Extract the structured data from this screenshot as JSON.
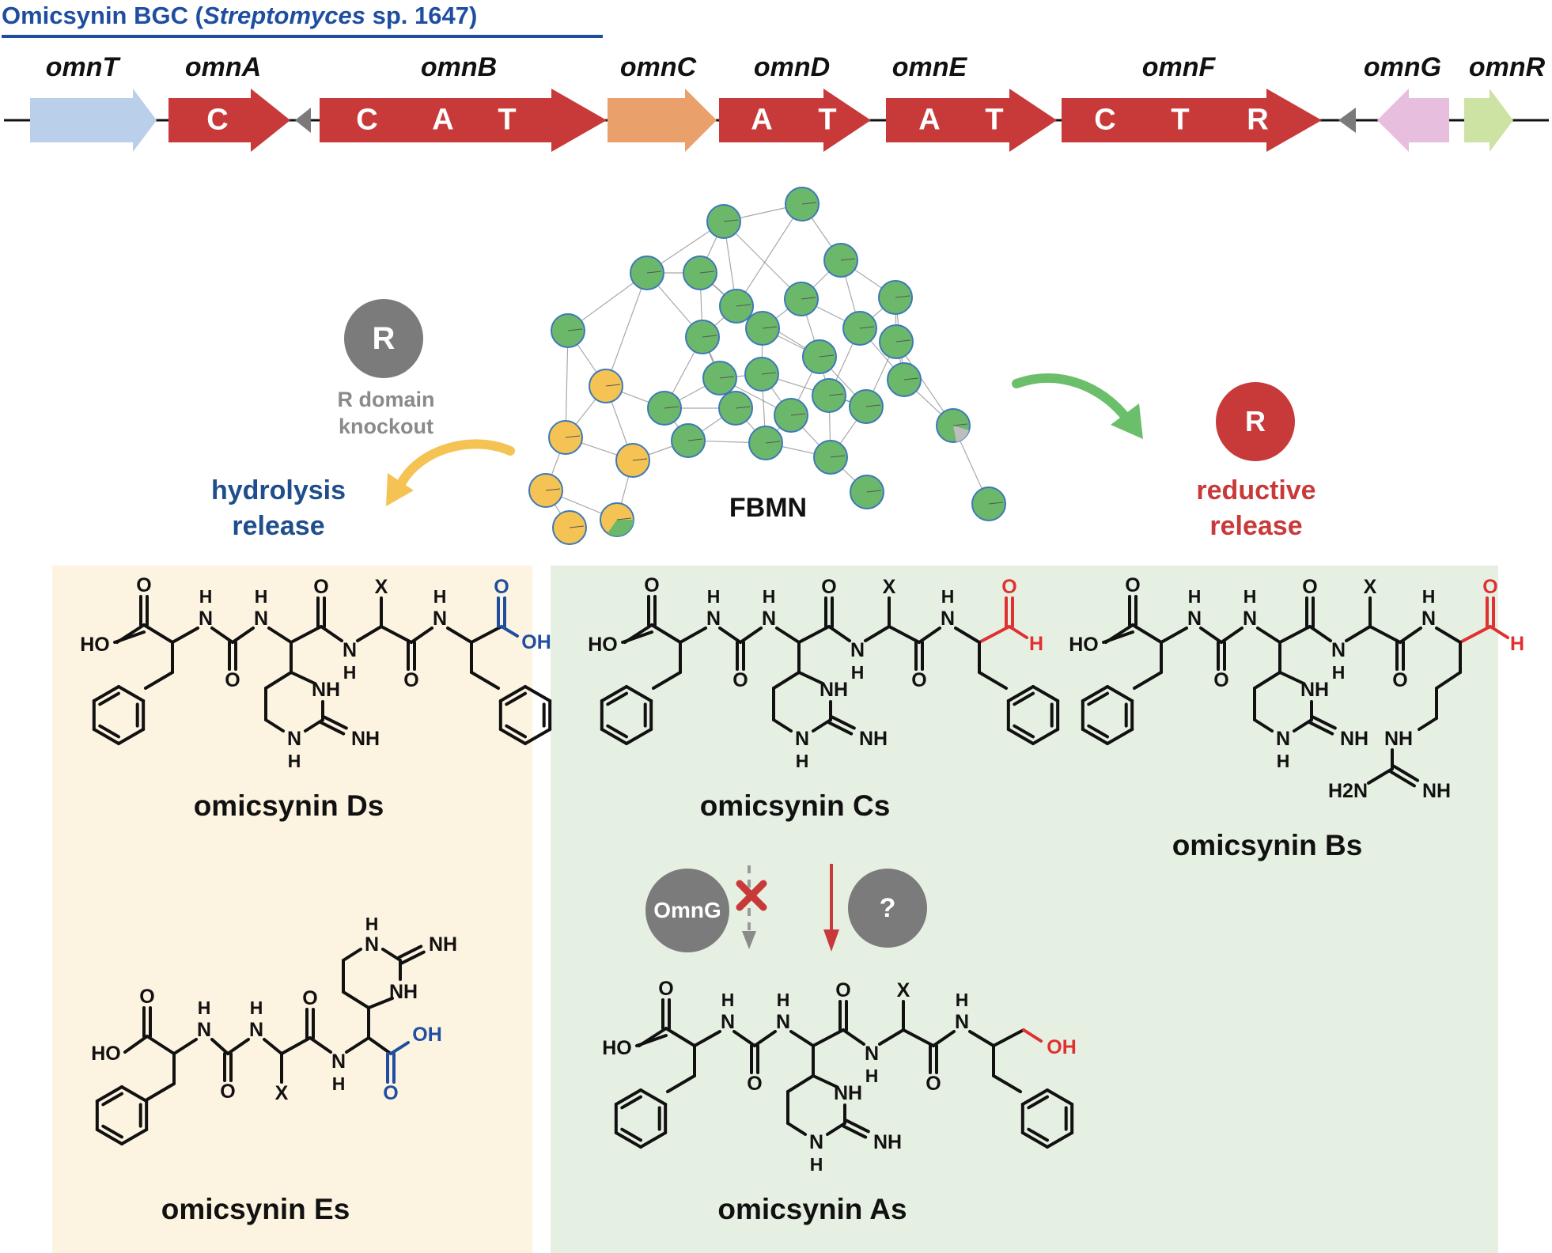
{
  "title": {
    "prefix": "Omicsynin BGC (",
    "species": "Streptomyces",
    "suffix": " sp. 1647)",
    "color": "#1f4ea1"
  },
  "genes": [
    {
      "name": "omnT",
      "color": "#b9cfea",
      "domains": []
    },
    {
      "name": "omnA",
      "color": "#c83a3a",
      "domains": [
        "C"
      ]
    },
    {
      "name": "",
      "color": "#7a7a7a",
      "domains": []
    },
    {
      "name": "omnB",
      "color": "#c83a3a",
      "domains": [
        "C",
        "A",
        "T"
      ]
    },
    {
      "name": "omnC",
      "color": "#e9a06b",
      "domains": []
    },
    {
      "name": "omnD",
      "color": "#c83a3a",
      "domains": [
        "A",
        "T"
      ]
    },
    {
      "name": "omnE",
      "color": "#c83a3a",
      "domains": [
        "A",
        "T"
      ]
    },
    {
      "name": "omnF",
      "color": "#c83a3a",
      "domains": [
        "C",
        "T",
        "R"
      ]
    },
    {
      "name": "",
      "color": "#7a7a7a",
      "domains": []
    },
    {
      "name": "omnG",
      "color": "#e7bedd",
      "domains": []
    },
    {
      "name": "omnR",
      "color": "#cde3a3",
      "domains": []
    }
  ],
  "network": {
    "label": "FBMN",
    "node_colors": {
      "green": "#6cb86a",
      "yellow": "#f4c354",
      "outline": "#3e78b8"
    }
  },
  "left_branch": {
    "circle_label": "R",
    "knockout_line1": "R domain",
    "knockout_line2": "knockout",
    "release_line1": "hydrolysis",
    "release_line2": "release",
    "release_color": "#1f4e8c",
    "arrow_color": "#f4c354"
  },
  "right_branch": {
    "circle_label": "R",
    "release_line1": "reductive",
    "release_line2": "release",
    "release_color": "#c83a3a",
    "arrow_color": "#6cbf6a"
  },
  "conversion": {
    "enzyme": "OmnG",
    "unknown": "?"
  },
  "atoms": {
    "HO": "HO",
    "OH": "OH",
    "O": "O",
    "H": "H",
    "N": "N",
    "NH": "NH",
    "X": "X",
    "H2N": "H2N"
  },
  "compounds": {
    "Ds": "omicsynin Ds",
    "Es": "omicsynin Es",
    "Cs": "omicsynin Cs",
    "Bs": "omicsynin Bs",
    "As": "omicsynin As"
  }
}
